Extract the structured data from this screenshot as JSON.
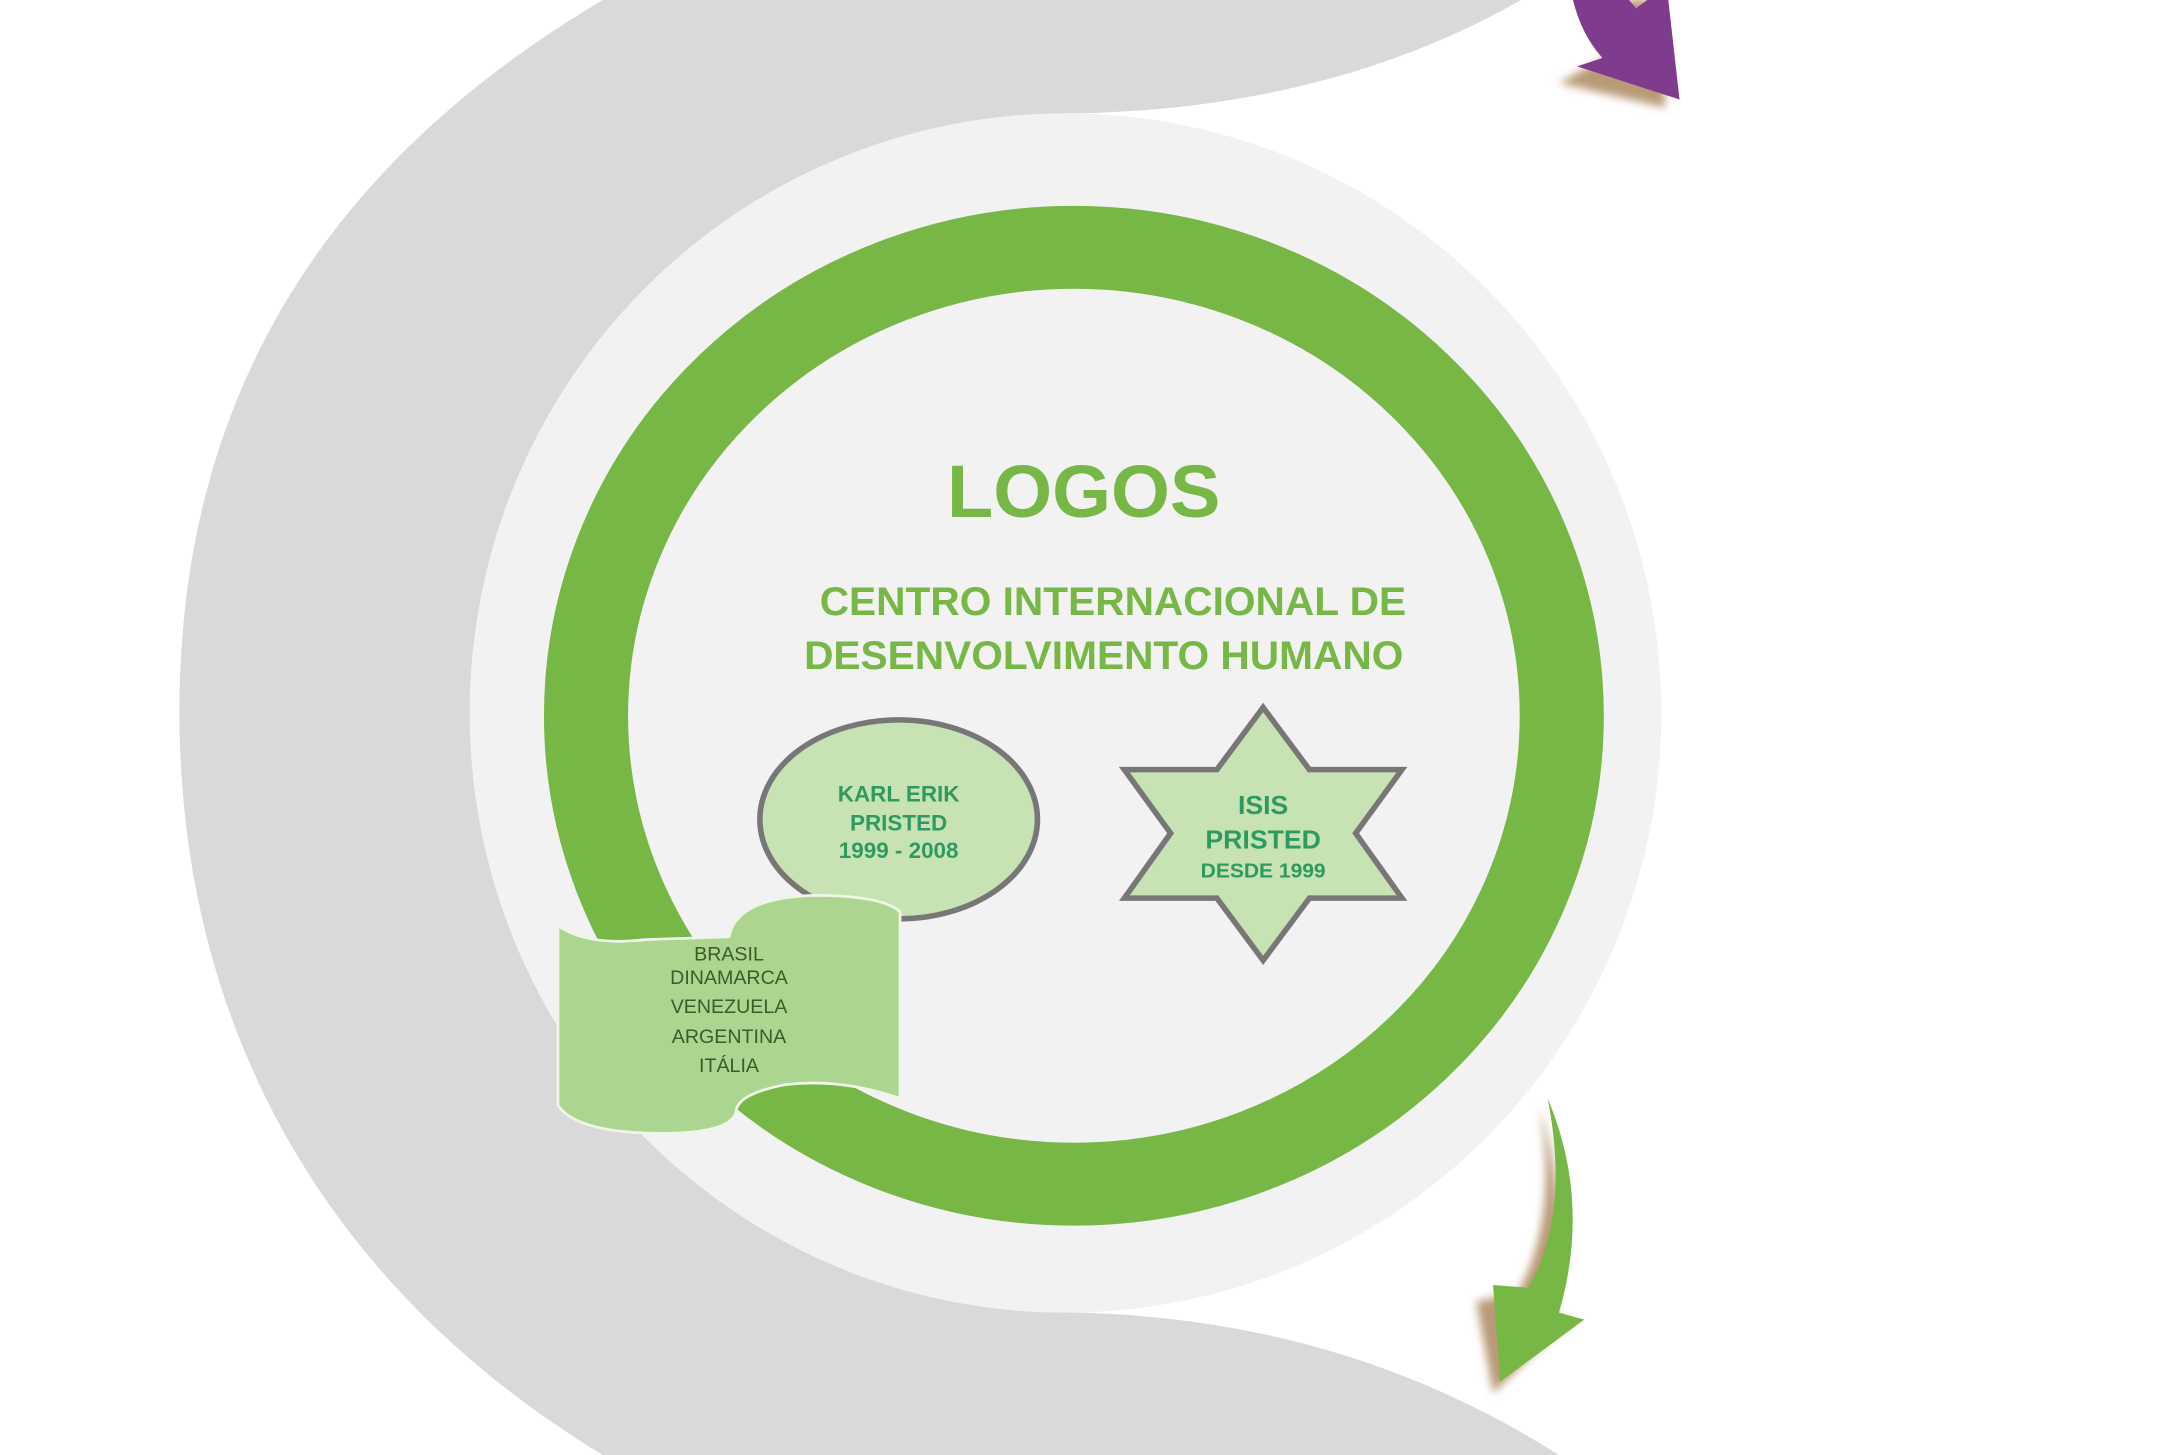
{
  "title": "LOGOS",
  "subtitle": [
    "CENTRO INTERNACIONAL DE",
    "DESENVOLVIMENTO HUMANO"
  ],
  "founder_ellipse": [
    "KARL ERIK",
    "PRISTED",
    "1999 - 2008"
  ],
  "star": [
    "ISIS",
    "PRISTED",
    "DESDE 1999"
  ],
  "countries": [
    "BRASIL",
    "DINAMARCA",
    "VENEZUELA",
    "ARGENTINA",
    "ITÁLIA"
  ],
  "colors": {
    "green": "#76b745",
    "light_green": "#c7e3b3",
    "scroll_green": "#acd58f",
    "text_green": "#2f9a60",
    "dark_text": "#3d5a2a",
    "gray": "#d9d9d9",
    "light_gray": "#f2f2f2",
    "purple": "#7f3b8d",
    "shadow": "#b99a77"
  }
}
